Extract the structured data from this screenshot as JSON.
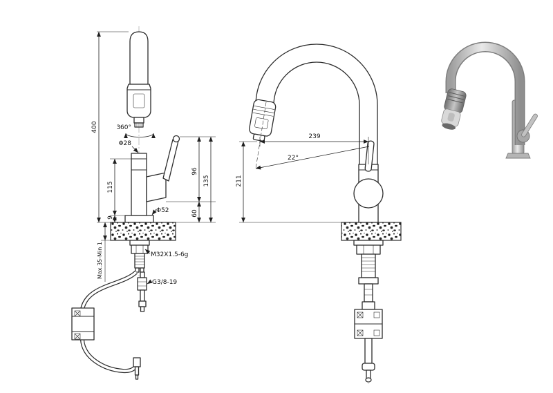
{
  "drawing": {
    "front_view": {
      "dims": {
        "d400": "400",
        "d360": "360°",
        "d28": "Φ28",
        "d115": "115",
        "d9": "9",
        "dmax": "Max.35-Min 1",
        "dm32": "M32X1.5-6g",
        "dg38": "G3/8-19",
        "d96": "96",
        "d135": "135",
        "d60": "60",
        "d52": "Φ52"
      }
    },
    "side_view": {
      "dims": {
        "d239": "239",
        "d211": "211",
        "d22": "22°"
      }
    }
  }
}
